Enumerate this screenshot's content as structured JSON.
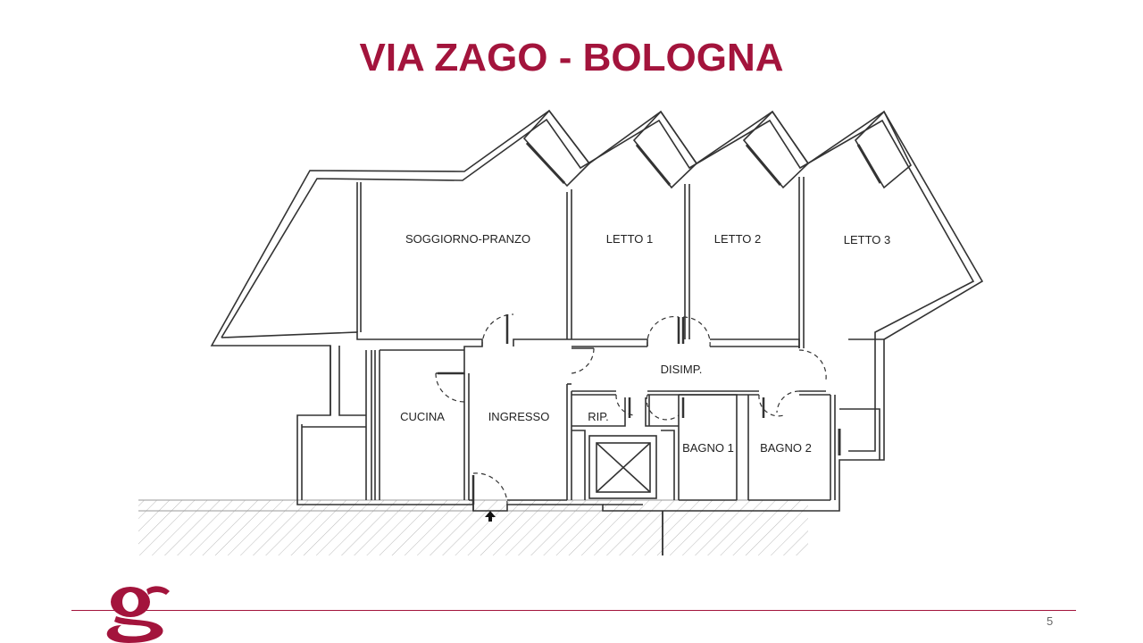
{
  "slide": {
    "title": "VIA ZAGO - BOLOGNA",
    "page_number": "5"
  },
  "rooms": {
    "soggiorno": "SOGGIORNO-PRANZO",
    "letto1": "LETTO 1",
    "letto2": "LETTO 2",
    "letto3": "LETTO 3",
    "disimp": "DISIMP.",
    "cucina": "CUCINA",
    "ingresso": "INGRESSO",
    "rip": "RIP.",
    "bagno1": "BAGNO 1",
    "bagno2": "BAGNO 2"
  },
  "colors": {
    "brand": "#a3143c",
    "wall": "#333333"
  },
  "icons": {
    "logo": "g-logo",
    "entrance": "entrance-arrow-icon",
    "elevator": "elevator-shaft-icon"
  }
}
